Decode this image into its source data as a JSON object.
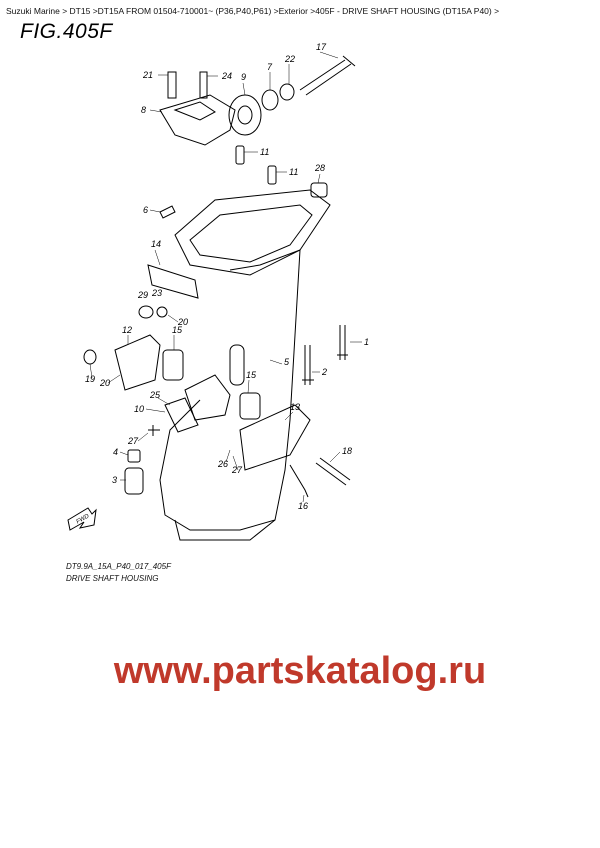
{
  "breadcrumb": "Suzuki Marine > DT15 >DT15A FROM 01504-710001~ (P36,P40,P61) >Exterior >405F - DRIVE SHAFT HOUSING (DT15A P40) >",
  "figure_title": "FIG.405F",
  "callouts": [
    "21",
    "24",
    "7",
    "22",
    "17",
    "8",
    "9",
    "11",
    "11",
    "28",
    "6",
    "14",
    "29",
    "23",
    "20",
    "12",
    "15",
    "1",
    "19",
    "20",
    "5",
    "2",
    "10",
    "25",
    "15",
    "13",
    "27",
    "4",
    "18",
    "26",
    "27",
    "3",
    "16"
  ],
  "caption_code": "DT9.9A_15A_P40_017_405F",
  "caption_name": "DRIVE SHAFT HOUSING",
  "fwd_label": "FWD",
  "watermark": "www.partskatalog.ru",
  "colors": {
    "line": "#000000",
    "watermark": "#c0392b",
    "background": "#ffffff"
  }
}
